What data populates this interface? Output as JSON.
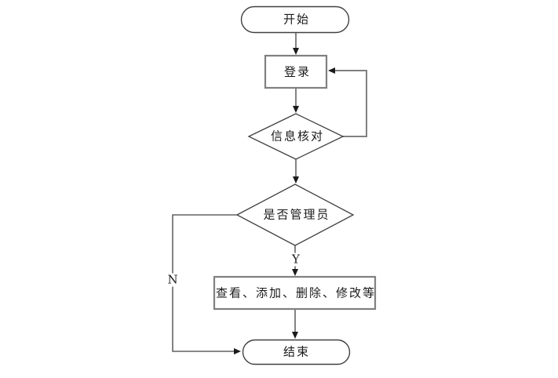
{
  "diagram": {
    "nodes": {
      "start": {
        "label": "开始",
        "type": "terminator"
      },
      "login": {
        "label": "登录",
        "type": "process"
      },
      "verify": {
        "label": "信息核对",
        "type": "decision"
      },
      "is_admin": {
        "label": "是否管理员",
        "type": "decision"
      },
      "actions": {
        "label": "查看、添加、删除、修改等",
        "type": "process"
      },
      "end": {
        "label": "结束",
        "type": "terminator"
      }
    },
    "edges": {
      "yes_label": "Y",
      "no_label": "N"
    },
    "colors": {
      "shape_border": "#404040",
      "process_border": "#808080",
      "loop_connector": "#808080",
      "connector": "#404040",
      "arrowhead": "#1a1a1a",
      "text": "#1a1a1a",
      "shape_fill": "#ffffff",
      "background": "#ffffff"
    }
  }
}
